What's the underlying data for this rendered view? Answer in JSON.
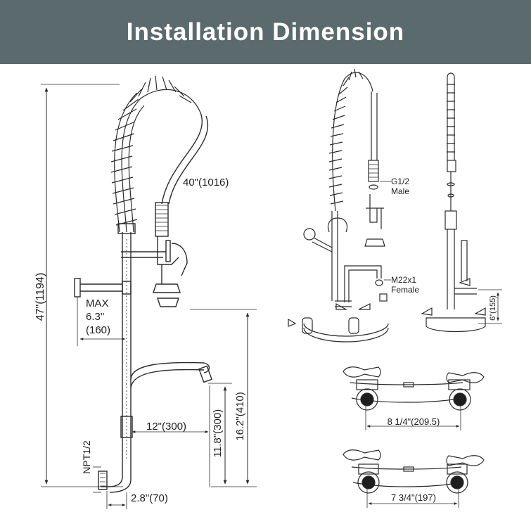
{
  "header": {
    "title": "Installation Dimension"
  },
  "dimensions": {
    "overall_height": "47\"(1194)",
    "hose_length": "40\"(1016)",
    "wall_bracket_max_label": "MAX",
    "wall_bracket_max_in": "6.3\"",
    "wall_bracket_max_mm": "(160)",
    "spout_reach": "12\"(300)",
    "spout_height": "11.8\"(300)",
    "center_height": "16.2\"(410)",
    "inlet_thread": "NPT1/2",
    "inlet_offset": "2.8\"(70)",
    "hose_connection_thread": "G1/2",
    "hose_connection_type": "Male",
    "spout_thread": "M22x1",
    "spout_thread_type": "Female",
    "riser_height": "6\"(155)",
    "center_spacing_a": "8 1/4\"(209.5)",
    "center_spacing_b": "7 3/4\"(197)"
  },
  "colors": {
    "banner": "#5b6b6d",
    "banner_text": "#ffffff",
    "line": "#2a2a2a"
  }
}
